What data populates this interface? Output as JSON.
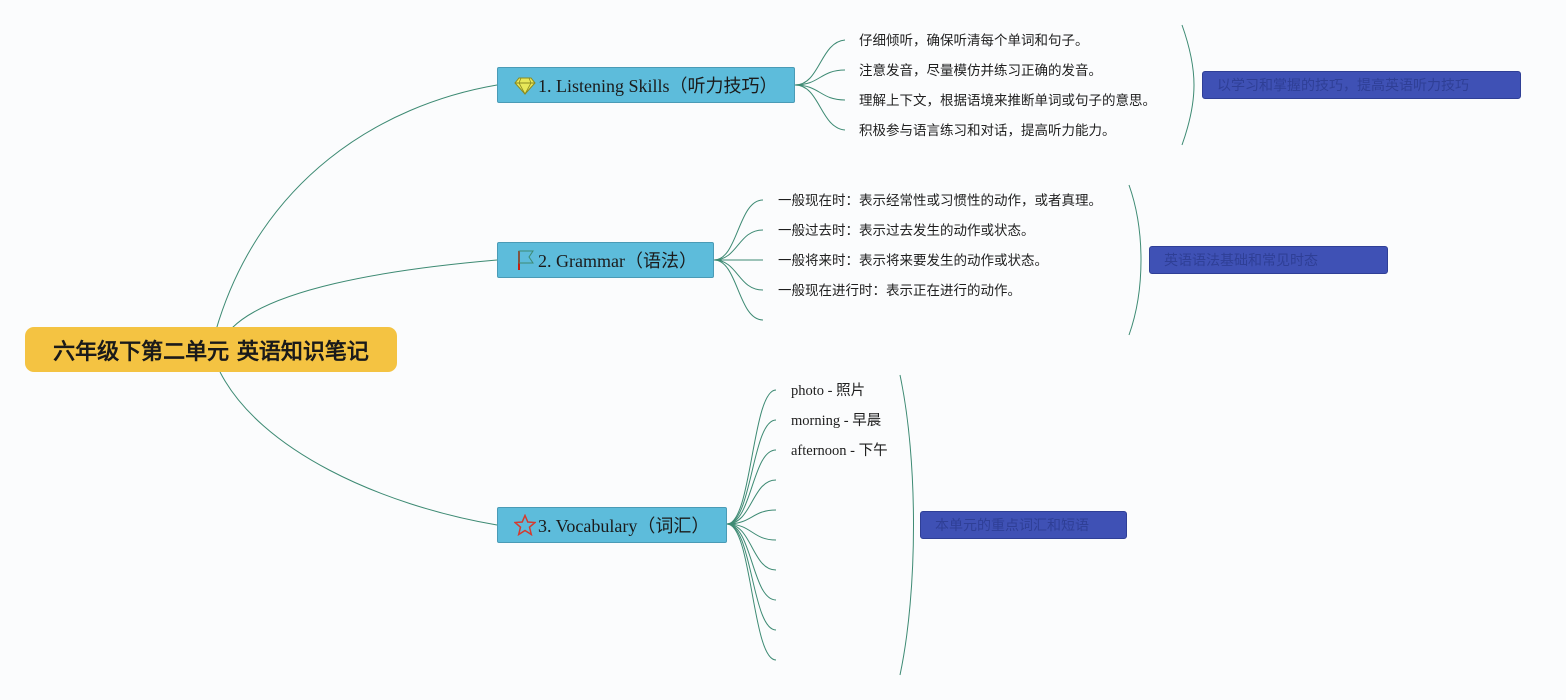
{
  "root": {
    "title": "六年级下第二单元 英语知识笔记"
  },
  "branches": [
    {
      "label": "1. Listening Skills（听力技巧）",
      "icon": "diamond-icon",
      "items": [
        "仔细倾听，确保听清每个单词和句子。",
        "注意发音，尽量模仿并练习正确的发音。",
        "理解上下文，根据语境来推断单词或句子的意思。",
        "积极参与语言练习和对话，提高听力能力。"
      ],
      "summary": "以学习和掌握的技巧，提高英语听力技巧"
    },
    {
      "label": "2. Grammar（语法）",
      "icon": "red-flag-icon",
      "items": [
        "一般现在时：表示经常性或习惯性的动作，或者真理。",
        "一般过去时：表示过去发生的动作或状态。",
        "一般将来时：表示将来要发生的动作或状态。",
        "一般现在进行时：表示正在进行的动作。",
        ""
      ],
      "summary": "英语语法基础和常见时态"
    },
    {
      "label": "3. Vocabulary（词汇）",
      "icon": "star-icon",
      "items": [
        "photo - 照片",
        "morning - 早晨",
        "afternoon - 下午",
        "",
        "",
        "",
        "",
        "",
        "",
        ""
      ],
      "summary": "本单元的重点词汇和短语"
    }
  ],
  "colors": {
    "root": "#f4c342",
    "topic": "#5dbcdb",
    "summary": "#3f51b5",
    "line": "#3d8a73"
  }
}
